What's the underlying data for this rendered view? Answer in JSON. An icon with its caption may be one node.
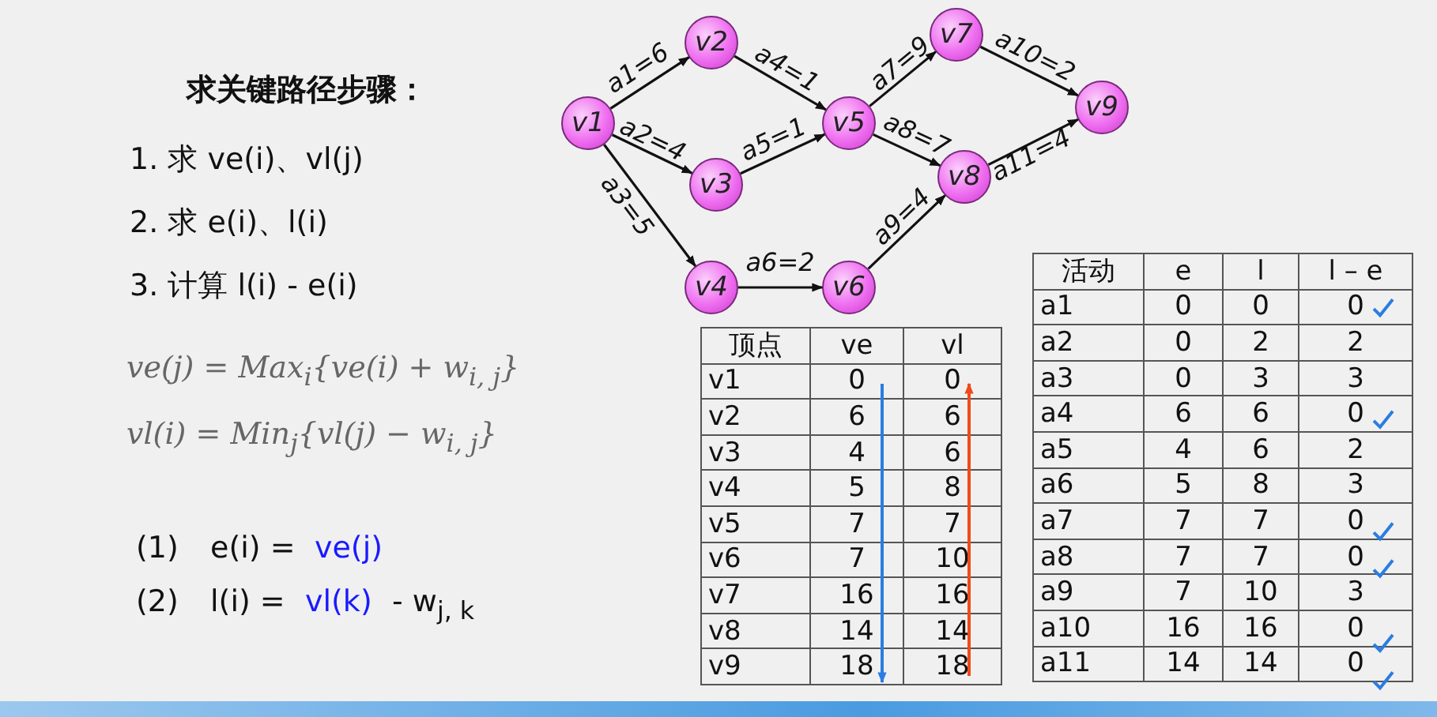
{
  "diagram": {
    "title": "求关键路径步骤：",
    "nodes": [
      {
        "text": [
          "v1"
        ]
      },
      {
        "text": [
          "v2"
        ]
      },
      {
        "text": [
          "v3"
        ]
      },
      {
        "text": [
          "v4"
        ]
      },
      {
        "text": [
          "v5"
        ]
      },
      {
        "text": [
          "v6"
        ]
      },
      {
        "text": [
          "v7"
        ]
      },
      {
        "text": [
          "v8"
        ]
      },
      {
        "text": [
          "v9"
        ]
      }
    ],
    "edges": [
      {
        "from": 0,
        "to": 1,
        "arrow": "to",
        "label": "a1=6"
      },
      {
        "from": 0,
        "to": 2,
        "arrow": "to",
        "label": "a2=4"
      },
      {
        "from": 0,
        "to": 3,
        "arrow": "to",
        "label": "a3=5"
      },
      {
        "from": 1,
        "to": 4,
        "arrow": "to",
        "label": "a4=1"
      },
      {
        "from": 2,
        "to": 4,
        "arrow": "to",
        "label": "a5=1"
      },
      {
        "from": 3,
        "to": 5,
        "arrow": "to",
        "label": "a6=2"
      },
      {
        "from": 4,
        "to": 6,
        "arrow": "to",
        "label": "a7=9"
      },
      {
        "from": 4,
        "to": 7,
        "arrow": "to",
        "label": "a8=7"
      },
      {
        "from": 5,
        "to": 7,
        "arrow": "to",
        "label": "a9=4"
      },
      {
        "from": 6,
        "to": 8,
        "arrow": "to",
        "label": "a10=2"
      },
      {
        "from": 7,
        "to": 8,
        "arrow": "to",
        "label": "a11=4"
      }
    ],
    "labels": [
      "1. 求 ve(i)、vl(j)",
      "2. 求 e(i)、l(i)",
      "3. 计算 l(i) - e(i)",
      "ve(j) = Max$_{i}${ve(i) + w$_{i, j}$}",
      "vl(i) = Min$_{j}${vl(j) − w$_{i, j}$}",
      "(1)",
      "e(i) =",
      "ve(j)",
      "(2)",
      "l(i) =",
      "vl(k)",
      "- w$_{j, k}$",
      "顶点",
      "ve",
      "vl",
      "v1",
      "0",
      "0",
      "v2",
      "6",
      "6",
      "v3",
      "4",
      "6",
      "v4",
      "5",
      "8",
      "v5",
      "7",
      "7",
      "v6",
      "7",
      "10",
      "v7",
      "16",
      "16",
      "v8",
      "14",
      "14",
      "v9",
      "18",
      "18",
      "活动",
      "e",
      "l",
      "l – e",
      "a1",
      "0",
      "0",
      "0",
      "a2",
      "0",
      "2",
      "2",
      "a3",
      "0",
      "3",
      "3",
      "a4",
      "6",
      "6",
      "0",
      "a5",
      "4",
      "6",
      "2",
      "a6",
      "5",
      "8",
      "3",
      "a7",
      "7",
      "7",
      "0",
      "a8",
      "7",
      "7",
      "0",
      "a9",
      "7",
      "10",
      "3",
      "a10",
      "16",
      "16",
      "0",
      "a11",
      "14",
      "14",
      "0"
    ]
  }
}
